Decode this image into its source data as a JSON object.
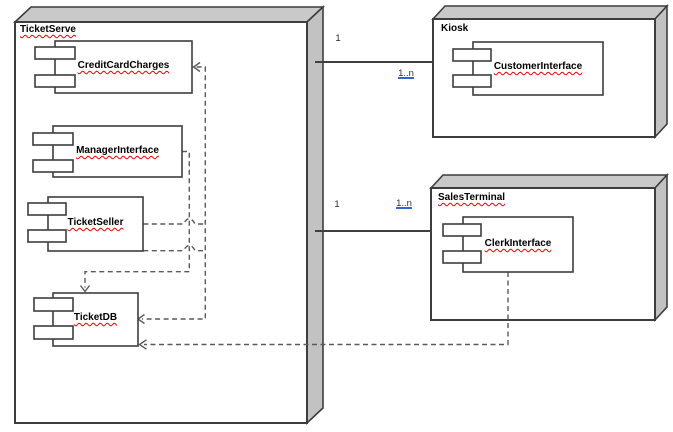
{
  "diagram_type": "UML component and deployment diagram",
  "nodes": {
    "ticketserve": {
      "label": "TicketServe"
    },
    "kiosk": {
      "label": "Kiosk"
    },
    "salesterminal": {
      "label": "SalesTerminal"
    }
  },
  "components": {
    "creditcardcharges": {
      "label": "CreditCardCharges",
      "node": "TicketServe"
    },
    "managerinterface": {
      "label": "ManagerInterface",
      "node": "TicketServe"
    },
    "ticketseller": {
      "label": "TicketSeller",
      "node": "TicketServe"
    },
    "ticketdb": {
      "label": "TicketDB",
      "node": "TicketServe"
    },
    "customerinterface": {
      "label": "CustomerInterface",
      "node": "Kiosk"
    },
    "clerkinterface": {
      "label": "ClerkInterface",
      "node": "SalesTerminal"
    }
  },
  "associations": [
    {
      "from": "TicketServe",
      "to": "Kiosk",
      "from_multiplicity": "1",
      "to_multiplicity": "1..n"
    },
    {
      "from": "TicketServe",
      "to": "SalesTerminal",
      "from_multiplicity": "1",
      "to_multiplicity": "1..n"
    }
  ],
  "dependencies": [
    {
      "from": "TicketSeller",
      "to": "CreditCardCharges",
      "style": "dashed-open-arrow"
    },
    {
      "from": "TicketSeller",
      "to": "TicketDB",
      "style": "dashed-open-arrow"
    },
    {
      "from": "ManagerInterface",
      "to": "TicketDB",
      "style": "dashed-open-arrow"
    },
    {
      "from": "ClerkInterface",
      "to": "TicketDB",
      "style": "dashed-open-arrow"
    }
  ],
  "colors": {
    "background": "#ffffff",
    "node_front": "#ffffff",
    "node_top_face": "#c9c9c9",
    "node_side_face": "#c2c2c2",
    "border": "#3d3d3d",
    "dashed_line": "#5a5a5a",
    "solid_line": "#3f3f3f",
    "spellcheck_squiggle": "#e60000",
    "multiplicity_underline": "#3366cc",
    "label_text": "#000000"
  }
}
